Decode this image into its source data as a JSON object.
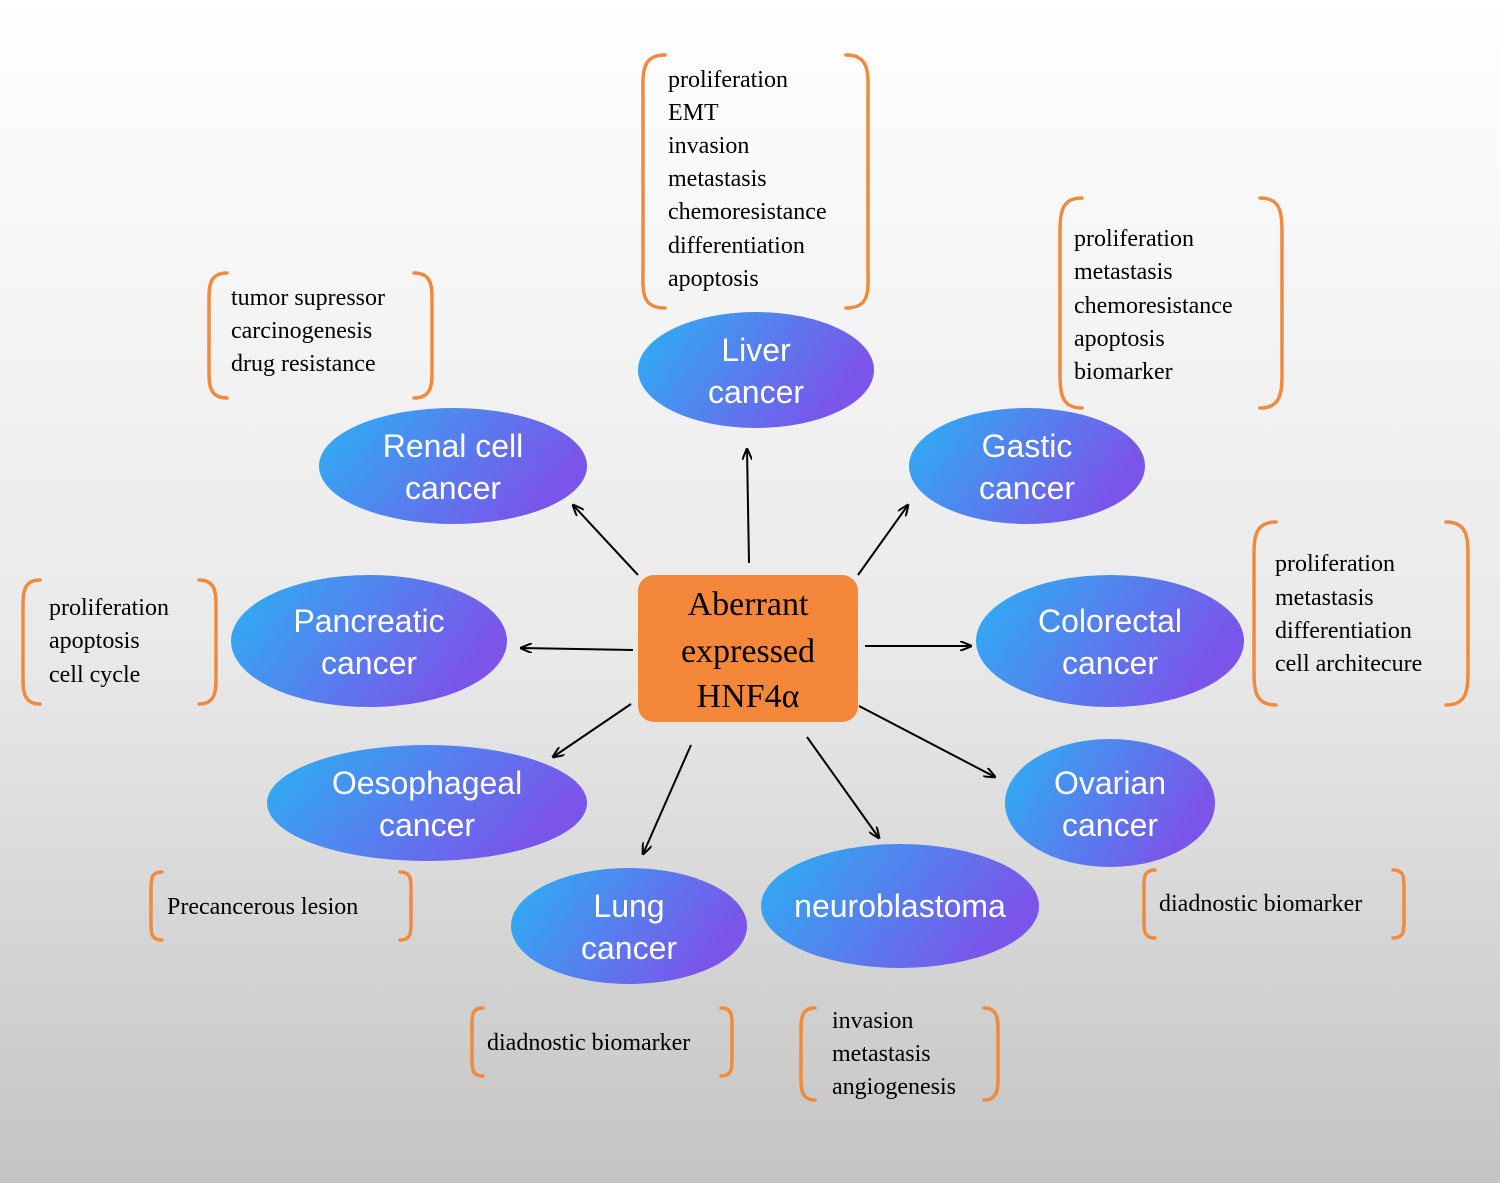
{
  "center": {
    "lines": [
      "Aberrant",
      "expressed",
      "HNF4α"
    ],
    "color": "#f5873a"
  },
  "ellipse_gradient": [
    "#29b3f3",
    "#7b54ea"
  ],
  "bracket_color": "#f08a3c",
  "nodes": [
    {
      "id": "liver",
      "lines": [
        "Liver",
        "cancer"
      ]
    },
    {
      "id": "renal",
      "lines": [
        "Renal cell",
        "cancer"
      ]
    },
    {
      "id": "gastric",
      "lines": [
        "Gastic",
        "cancer"
      ]
    },
    {
      "id": "pancreatic",
      "lines": [
        "Pancreatic",
        "cancer"
      ]
    },
    {
      "id": "colorectal",
      "lines": [
        "Colorectal",
        "cancer"
      ]
    },
    {
      "id": "oesophageal",
      "lines": [
        "Oesophageal",
        "cancer"
      ]
    },
    {
      "id": "ovarian",
      "lines": [
        "Ovarian",
        "cancer"
      ]
    },
    {
      "id": "lung",
      "lines": [
        "Lung",
        "cancer"
      ]
    },
    {
      "id": "neuroblastoma",
      "lines": [
        "neuroblastoma"
      ]
    }
  ],
  "boxes": [
    {
      "id": "liver",
      "items": [
        "proliferation",
        "EMT",
        "invasion",
        "metastasis",
        "chemoresistance",
        "differentiation",
        "apoptosis"
      ]
    },
    {
      "id": "renal",
      "items": [
        "tumor supressor",
        "carcinogenesis",
        "drug resistance"
      ]
    },
    {
      "id": "gastric",
      "items": [
        "proliferation",
        "metastasis",
        "chemoresistance",
        "apoptosis",
        "biomarker"
      ]
    },
    {
      "id": "pancreatic",
      "items": [
        "proliferation",
        "apoptosis",
        "cell cycle"
      ]
    },
    {
      "id": "colorectal",
      "items": [
        "proliferation",
        "metastasis",
        "differentiation",
        "cell architecure"
      ]
    },
    {
      "id": "oesophageal",
      "items": [
        "Precancerous lesion"
      ]
    },
    {
      "id": "ovarian",
      "items": [
        "diadnostic biomarker"
      ]
    },
    {
      "id": "lung",
      "items": [
        "diadnostic biomarker"
      ]
    },
    {
      "id": "neuroblastoma",
      "items": [
        "invasion",
        "metastasis",
        "angiogenesis"
      ]
    }
  ]
}
